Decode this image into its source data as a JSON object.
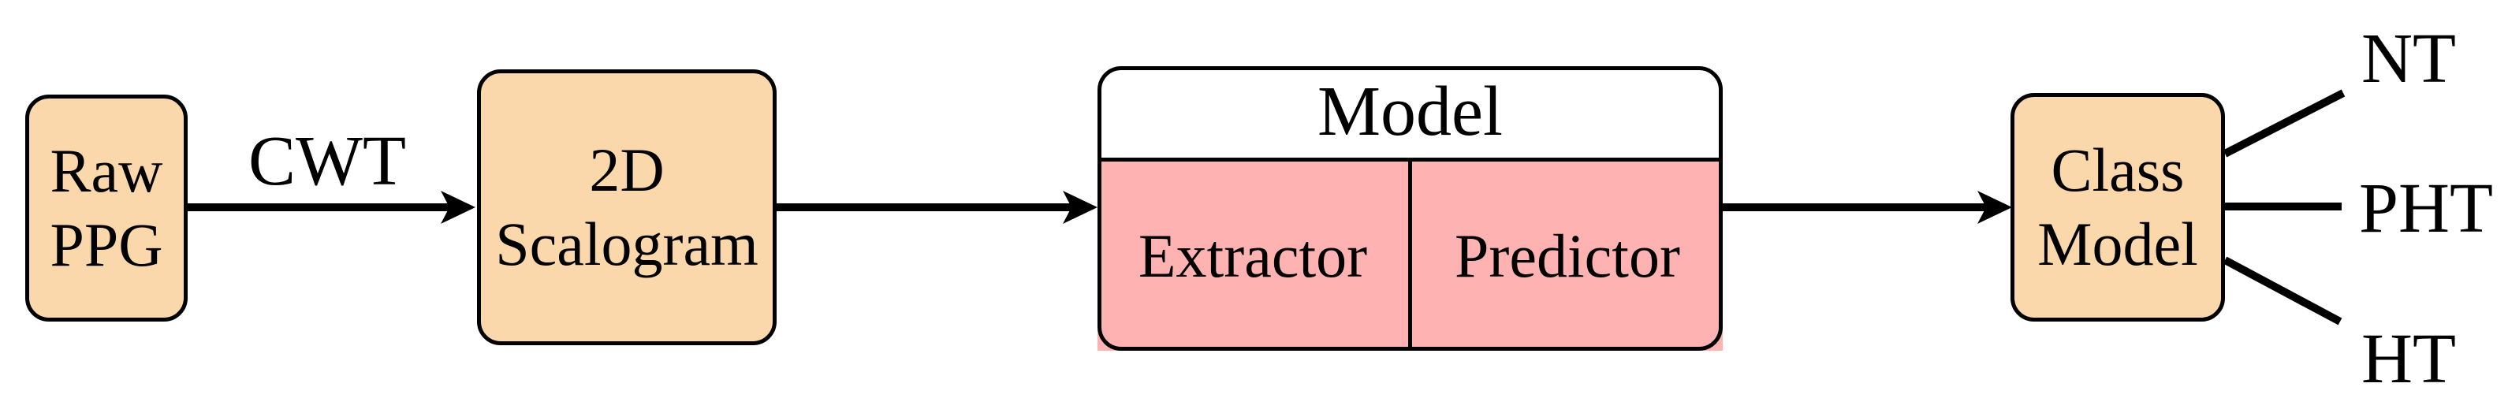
{
  "diagram": {
    "nodes": {
      "raw_ppg": {
        "line1": "Raw",
        "line2": "PPG"
      },
      "scalogram": {
        "line1": "2D",
        "line2": "Scalogram"
      },
      "model": {
        "title": "Model",
        "extractor": "Extractor",
        "predictor": "Predictor"
      },
      "class_model": {
        "line1": "Class",
        "line2": "Model"
      }
    },
    "edges": {
      "cwt_label": "CWT"
    },
    "outputs": {
      "nt": "NT",
      "pht": "PHT",
      "ht": "HT"
    },
    "colors": {
      "node_fill": "#FBD7AC",
      "cell_fill": "#FFB2B2",
      "header_fill": "#FFFFFF",
      "stroke": "#000000",
      "background": "#FFFFFF"
    }
  }
}
